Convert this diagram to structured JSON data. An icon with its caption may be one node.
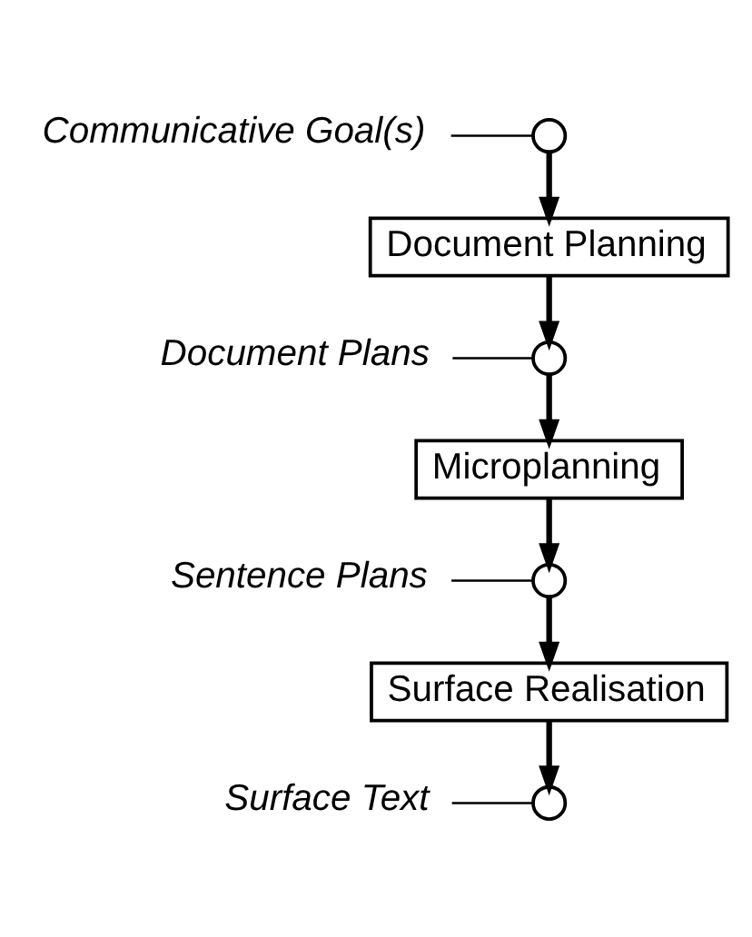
{
  "diagram": {
    "nodes": [
      {
        "text": [
          "Communicative Goal(s)"
        ]
      },
      {
        "text": [],
        "shape": "circle"
      },
      {
        "text": [
          "Document Planning"
        ]
      },
      {
        "text": [
          "Document Plans"
        ]
      },
      {
        "text": [],
        "shape": "circle"
      },
      {
        "text": [
          "Microplanning"
        ]
      },
      {
        "text": [
          "Sentence Plans"
        ]
      },
      {
        "text": [],
        "shape": "circle"
      },
      {
        "text": [
          "Surface Realisation"
        ]
      },
      {
        "text": [
          "Surface Text"
        ]
      },
      {
        "text": [],
        "shape": "circle"
      }
    ],
    "edges": [
      {
        "from": 0,
        "to": 1,
        "arrow": "none"
      },
      {
        "from": 1,
        "to": 2,
        "arrow": "to"
      },
      {
        "from": 2,
        "to": 4,
        "arrow": "to"
      },
      {
        "from": 3,
        "to": 4,
        "arrow": "none"
      },
      {
        "from": 4,
        "to": 5,
        "arrow": "to"
      },
      {
        "from": 5,
        "to": 7,
        "arrow": "to"
      },
      {
        "from": 6,
        "to": 7,
        "arrow": "none"
      },
      {
        "from": 7,
        "to": 8,
        "arrow": "to"
      },
      {
        "from": 8,
        "to": 10,
        "arrow": "to"
      },
      {
        "from": 9,
        "to": 10,
        "arrow": "none"
      }
    ]
  }
}
